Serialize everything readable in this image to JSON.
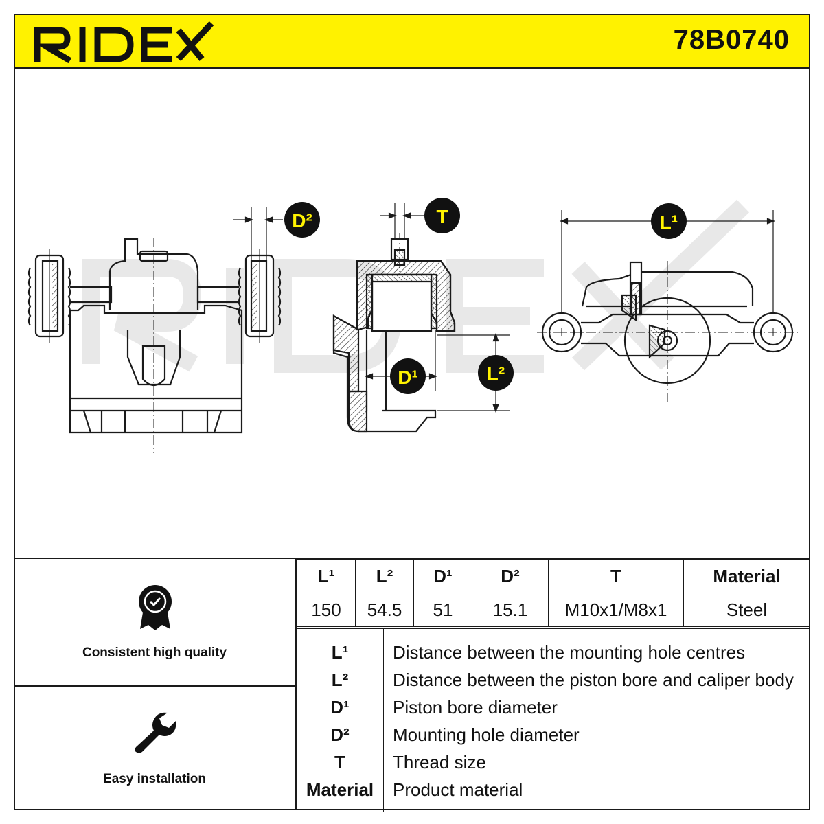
{
  "header": {
    "brand": "RIDEX",
    "part_number": "78B0740"
  },
  "drawing": {
    "labels": {
      "d2": "D²",
      "t": "T",
      "l1": "L¹",
      "d1": "D¹",
      "l2": "L²"
    },
    "colors": {
      "badge_fill": "#111111",
      "badge_text": "#fff200",
      "line": "#1a1a1a",
      "watermark": "#e6e6e6"
    },
    "watermark_text": "RIDEX"
  },
  "features": [
    {
      "icon": "quality-badge-icon",
      "label": "Consistent high quality"
    },
    {
      "icon": "wrench-icon",
      "label": "Easy installation"
    }
  ],
  "spec_table": {
    "headers": [
      "L¹",
      "L²",
      "D¹",
      "D²",
      "T",
      "Material"
    ],
    "values": [
      "150",
      "54.5",
      "51",
      "15.1",
      "M10x1/M8x1",
      "Steel"
    ]
  },
  "legend": [
    {
      "symbol": "L¹",
      "description": "Distance between the mounting hole centres"
    },
    {
      "symbol": "L²",
      "description": "Distance between the piston bore and caliper body"
    },
    {
      "symbol": "D¹",
      "description": "Piston bore diameter"
    },
    {
      "symbol": "D²",
      "description": "Mounting hole diameter"
    },
    {
      "symbol": "T",
      "description": "Thread size"
    },
    {
      "symbol": "Material",
      "description": "Product material"
    }
  ]
}
